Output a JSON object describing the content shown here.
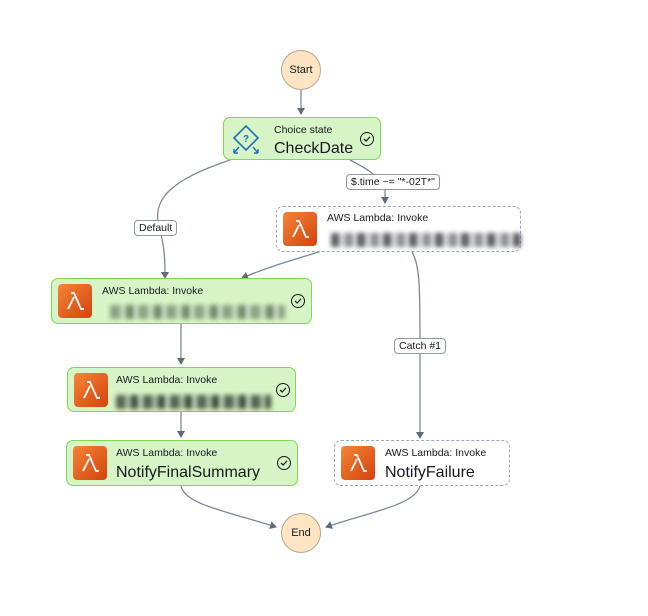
{
  "nodes": {
    "start": {
      "label": "Start"
    },
    "end": {
      "label": "End"
    },
    "check_date": {
      "type": "Choice state",
      "name": "CheckDate",
      "status": "succeeded"
    },
    "lambda_redacted_1": {
      "type": "AWS Lambda: Invoke",
      "name_redacted": true,
      "status": "not-run"
    },
    "lambda_redacted_2": {
      "type": "AWS Lambda: Invoke",
      "name_redacted": true,
      "status": "succeeded"
    },
    "lambda_redacted_3": {
      "type": "AWS Lambda: Invoke",
      "name_redacted": true,
      "status": "succeeded"
    },
    "notify_final_summary": {
      "type": "AWS Lambda: Invoke",
      "name": "NotifyFinalSummary",
      "status": "succeeded"
    },
    "notify_failure": {
      "type": "AWS Lambda: Invoke",
      "name": "NotifyFailure",
      "status": "not-run"
    }
  },
  "edge_labels": {
    "default": "Default",
    "time_rule": "$.time ~= \"*-02T*\"",
    "catch": "Catch #1"
  },
  "colors": {
    "succeeded_fill": "#d7f4c6",
    "succeeded_border": "#7ed957",
    "not_run_border": "#9ba7b6",
    "lambda_orange": "#e8601c",
    "terminal_fill": "#fde4c2"
  },
  "icons": {
    "lambda": "lambda-icon",
    "choice": "choice-state-icon",
    "status": "check-circle-icon"
  }
}
